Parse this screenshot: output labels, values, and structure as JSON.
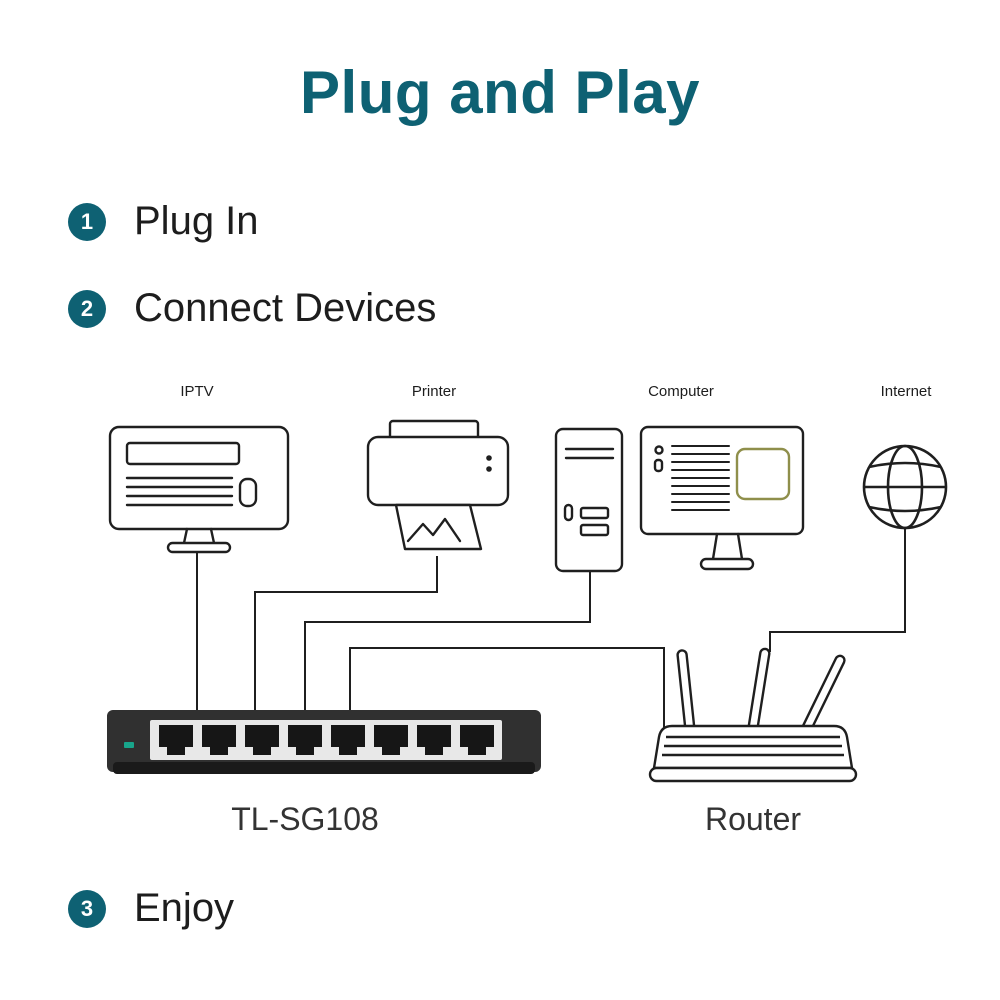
{
  "title": "Plug and Play",
  "steps": [
    {
      "number": "1",
      "label": "Plug In"
    },
    {
      "number": "2",
      "label": "Connect Devices"
    },
    {
      "number": "3",
      "label": "Enjoy"
    }
  ],
  "diagram": {
    "devices": [
      {
        "id": "iptv",
        "label": "IPTV"
      },
      {
        "id": "printer",
        "label": "Printer"
      },
      {
        "id": "computer",
        "label": "Computer"
      },
      {
        "id": "internet",
        "label": "Internet"
      }
    ],
    "switch": {
      "label": "TL-SG108",
      "ports": 8
    },
    "router": {
      "label": "Router"
    }
  },
  "colors": {
    "accent_teal": "#0e6173",
    "line": "#1f1f1f",
    "switch_body": "#303030",
    "port_strip": "#e8e8e8",
    "led_green": "#18a58b",
    "screen_box": "#8f8f4b"
  }
}
